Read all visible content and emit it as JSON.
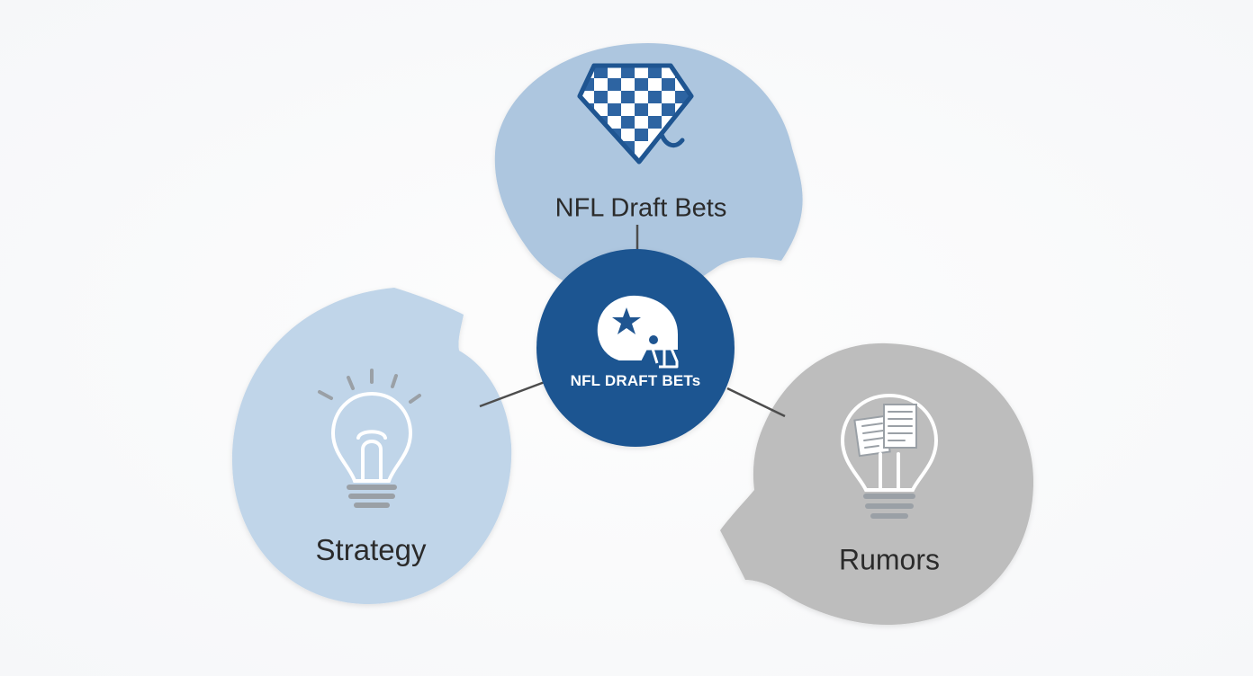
{
  "center_node": {
    "label": "NFL DRAFT BETs",
    "icon": "football-helmet-star-icon",
    "color": "#1f5591"
  },
  "nodes": [
    {
      "id": "top",
      "label": "NFL Draft Bets",
      "icon": "checkered-shield-icon",
      "color": "#adc6df"
    },
    {
      "id": "left",
      "label": "Strategy",
      "icon": "lightbulb-icon",
      "color": "#c0d5e9"
    },
    {
      "id": "right",
      "label": "Rumors",
      "icon": "lightbulb-documents-icon",
      "color": "#bdbdbd"
    }
  ],
  "connector_color": "#4d4d4d"
}
